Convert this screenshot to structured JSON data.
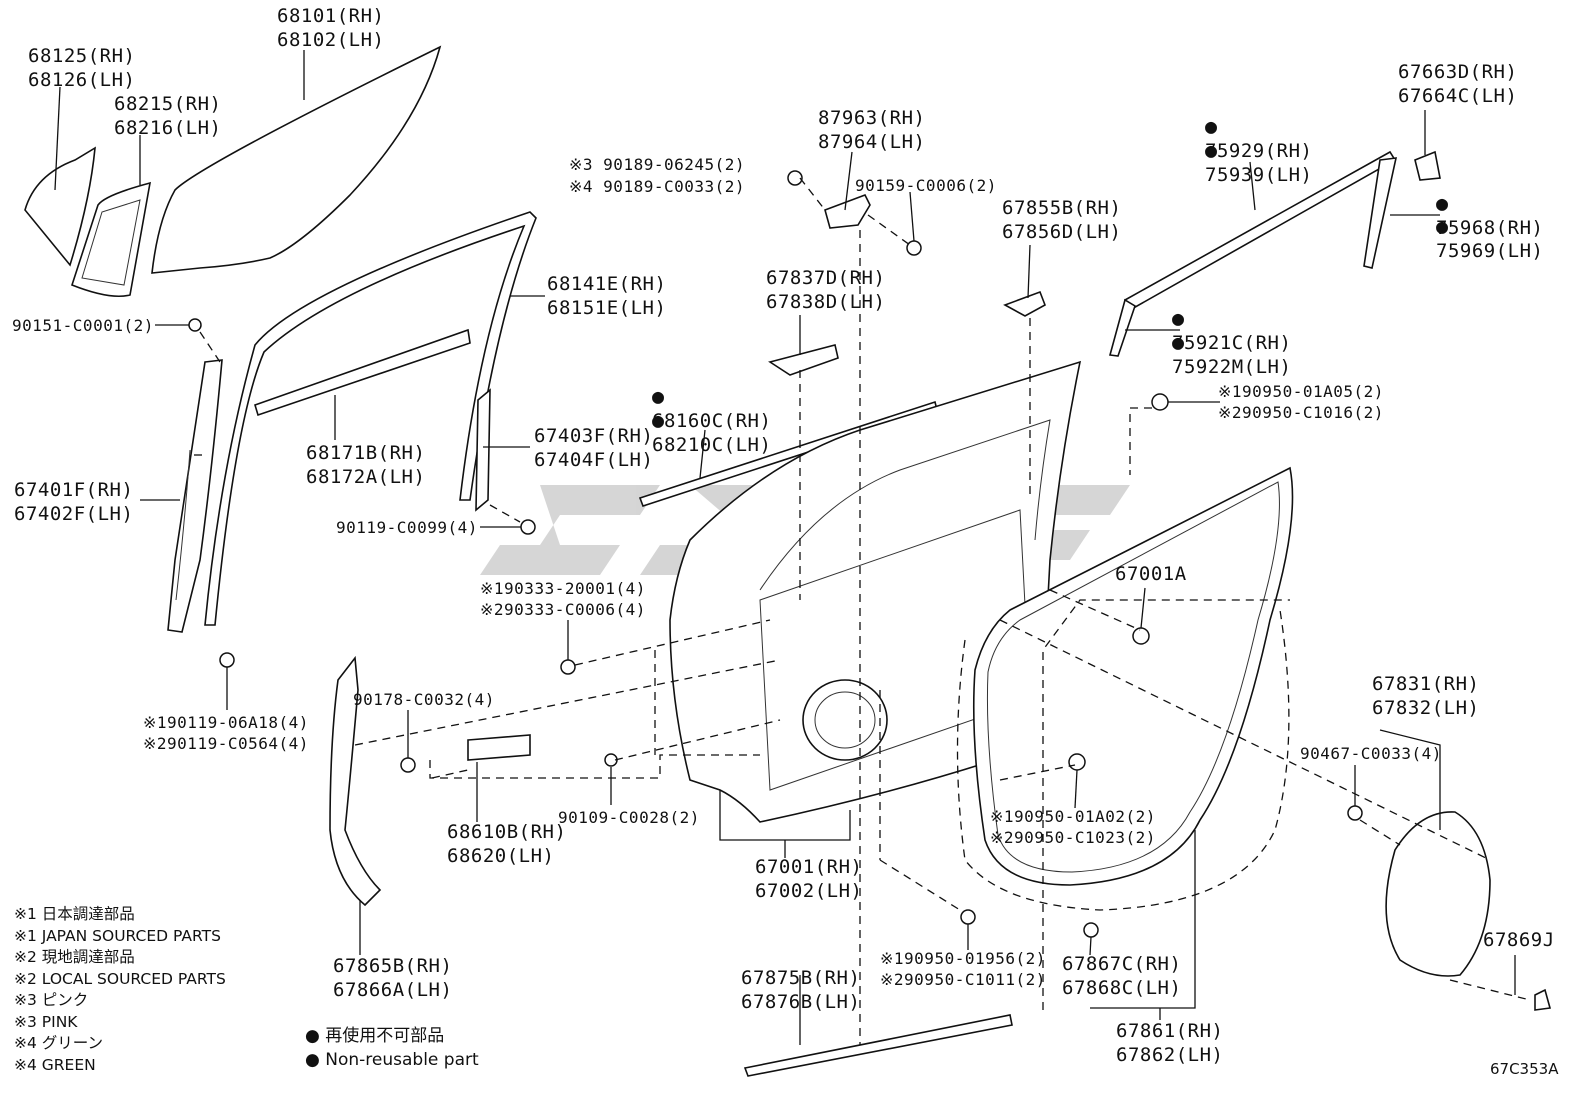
{
  "callouts": {
    "c68125": [
      "68125(RH)",
      "68126(LH)"
    ],
    "c68101": [
      "68101(RH)",
      "68102(LH)"
    ],
    "c68215": [
      "68215(RH)",
      "68216(LH)"
    ],
    "c87963": [
      "87963(RH)",
      "87964(LH)"
    ],
    "c90189": [
      "※3 90189-06245(2)",
      "※4 90189-C0033(2)"
    ],
    "c90159": [
      "90159-C0006(2)"
    ],
    "c75929": [
      "75929(RH)",
      "75939(LH)"
    ],
    "c67663": [
      "67663D(RH)",
      "67664C(LH)"
    ],
    "c75968": [
      "75968(RH)",
      "75969(LH)"
    ],
    "c67855": [
      "67855B(RH)",
      "67856D(LH)"
    ],
    "c68141": [
      "68141E(RH)",
      "68151E(LH)"
    ],
    "c67837": [
      "67837D(RH)",
      "67838D(LH)"
    ],
    "c90151": [
      "90151-C0001(2)"
    ],
    "c75921": [
      "75921C(RH)",
      "75922M(LH)"
    ],
    "c90950a": [
      "※190950-01A05(2)",
      "※290950-C1016(2)"
    ],
    "c68160": [
      "68160C(RH)",
      "68210C(LH)"
    ],
    "c68171": [
      "68171B(RH)",
      "68172A(LH)"
    ],
    "c67403": [
      "67403F(RH)",
      "67404F(LH)"
    ],
    "c67401": [
      "67401F(RH)",
      "67402F(LH)"
    ],
    "c90119a": [
      "90119-C0099(4)"
    ],
    "c90333": [
      "※190333-20001(4)",
      "※290333-C0006(4)"
    ],
    "c67001a": [
      "67001A"
    ],
    "c67831": [
      "67831(RH)",
      "67832(LH)"
    ],
    "c90178": [
      "90178-C0032(4)"
    ],
    "c90119b": [
      "※190119-06A18(4)",
      "※290119-C0564(4)"
    ],
    "c90467": [
      "90467-C0033(4)"
    ],
    "c90950b": [
      "※190950-01A02(2)",
      "※290950-C1023(2)"
    ],
    "c90109": [
      "90109-C0028(2)"
    ],
    "c68610": [
      "68610B(RH)",
      "68620(LH)"
    ],
    "c67001": [
      "67001(RH)",
      "67002(LH)"
    ],
    "c67869": [
      "67869J"
    ],
    "c90950c": [
      "※190950-01956(2)",
      "※290950-C1011(2)"
    ],
    "c67865": [
      "67865B(RH)",
      "67866A(LH)"
    ],
    "c67875": [
      "67875B(RH)",
      "67876B(LH)"
    ],
    "c67867": [
      "67867C(RH)",
      "67868C(LH)"
    ],
    "c67861": [
      "67861(RH)",
      "67862(LH)"
    ]
  },
  "notes": [
    "※1 日本調達部品",
    "※1 JAPAN SOURCED PARTS",
    "※2 現地調達部品",
    "※2 LOCAL SOURCED PARTS",
    "※3 ピンク",
    "※3 PINK",
    "※4 グリーン",
    "※4 GREEN"
  ],
  "legend": [
    "再使用不可部品",
    "Non-reusable part"
  ],
  "diagram_code": "67C353A",
  "non_reusable": [
    "c75929",
    "c75968",
    "c75921",
    "c68160"
  ]
}
